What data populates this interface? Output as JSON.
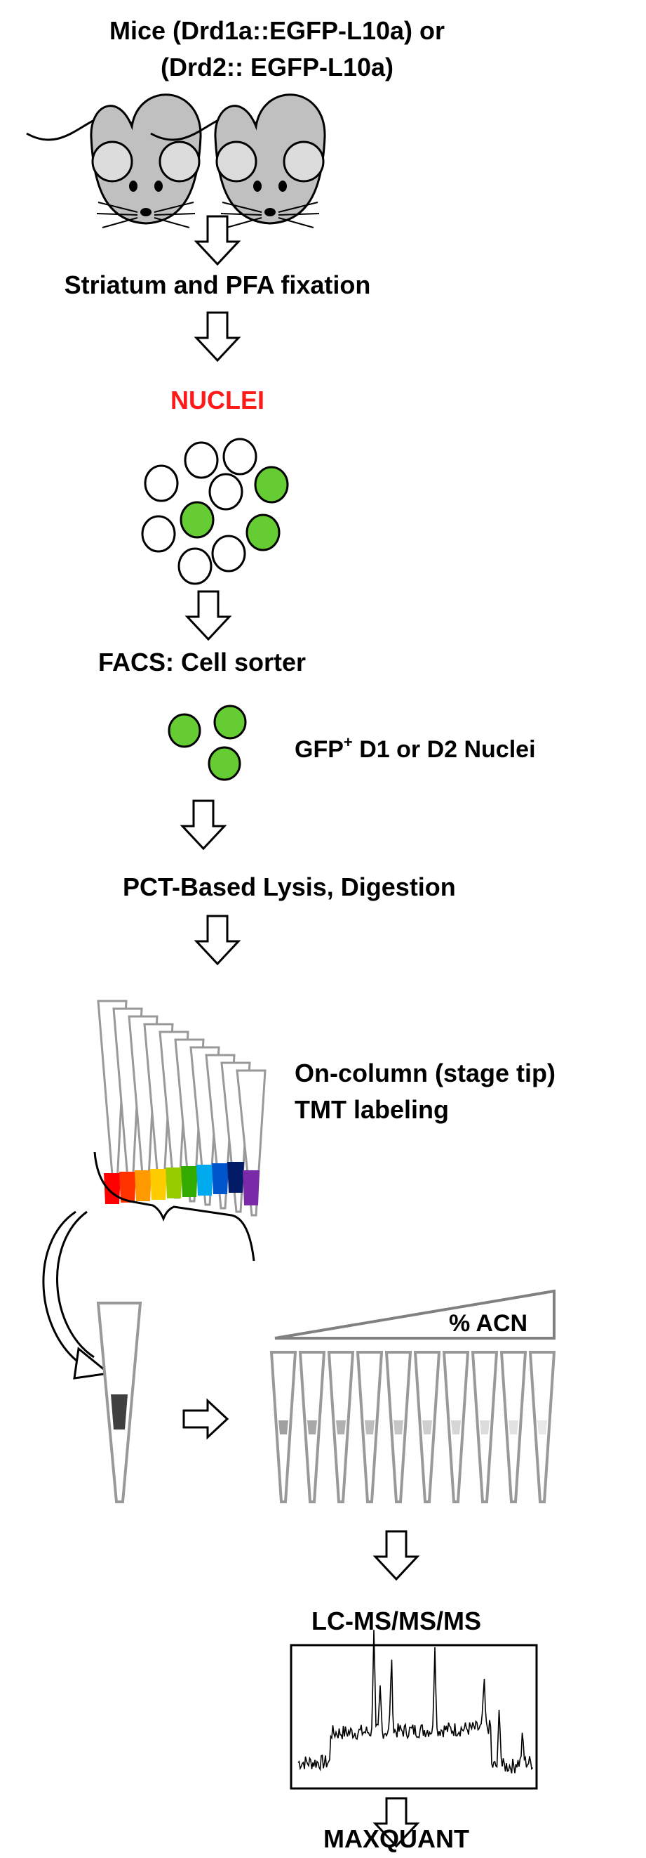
{
  "title": {
    "line1": "Mice (Drd1a::EGFP-L10a) or",
    "line2": "(Drd2:: EGFP-L10a)"
  },
  "steps": {
    "striatum": "Striatum and PFA fixation",
    "nuclei": "NUCLEI",
    "facs": "FACS: Cell sorter",
    "gfp_main": "GFP",
    "gfp_sup": "+",
    "gfp_rest": " D1 or D2 Nuclei",
    "pct": "PCT-Based Lysis, Digestion",
    "oncolumn_line1": "On-column (stage tip)",
    "oncolumn_line2": "TMT labeling",
    "acn": "% ACN",
    "lcms": "LC-MS/MS/MS",
    "maxquant": "MAXQUANT"
  },
  "icons": {
    "mouse": "mouse-icon",
    "arrow": "down-arrow-icon",
    "tip": "stage-tip-icon"
  },
  "colors": {
    "nuclei_label": "#ff1a1a",
    "gfp_green": "#66cc33",
    "outline": "#000000",
    "tip_outline": "#999999",
    "mouse_body": "#c0c0c0",
    "tmt_bands": [
      "#ff0000",
      "#ff3300",
      "#ff9900",
      "#ffcc00",
      "#99cc00",
      "#33aa00",
      "#00aaee",
      "#0055cc",
      "#001a66",
      "#7a2aa8"
    ],
    "fraction_bands": [
      "#a0a0a0",
      "#a8a8a8",
      "#b0b0b0",
      "#bdbdbd",
      "#c6c6c6",
      "#cfcfcf",
      "#d6d6d6",
      "#dcdcdc",
      "#e2e2e2",
      "#e8e8e8"
    ]
  }
}
